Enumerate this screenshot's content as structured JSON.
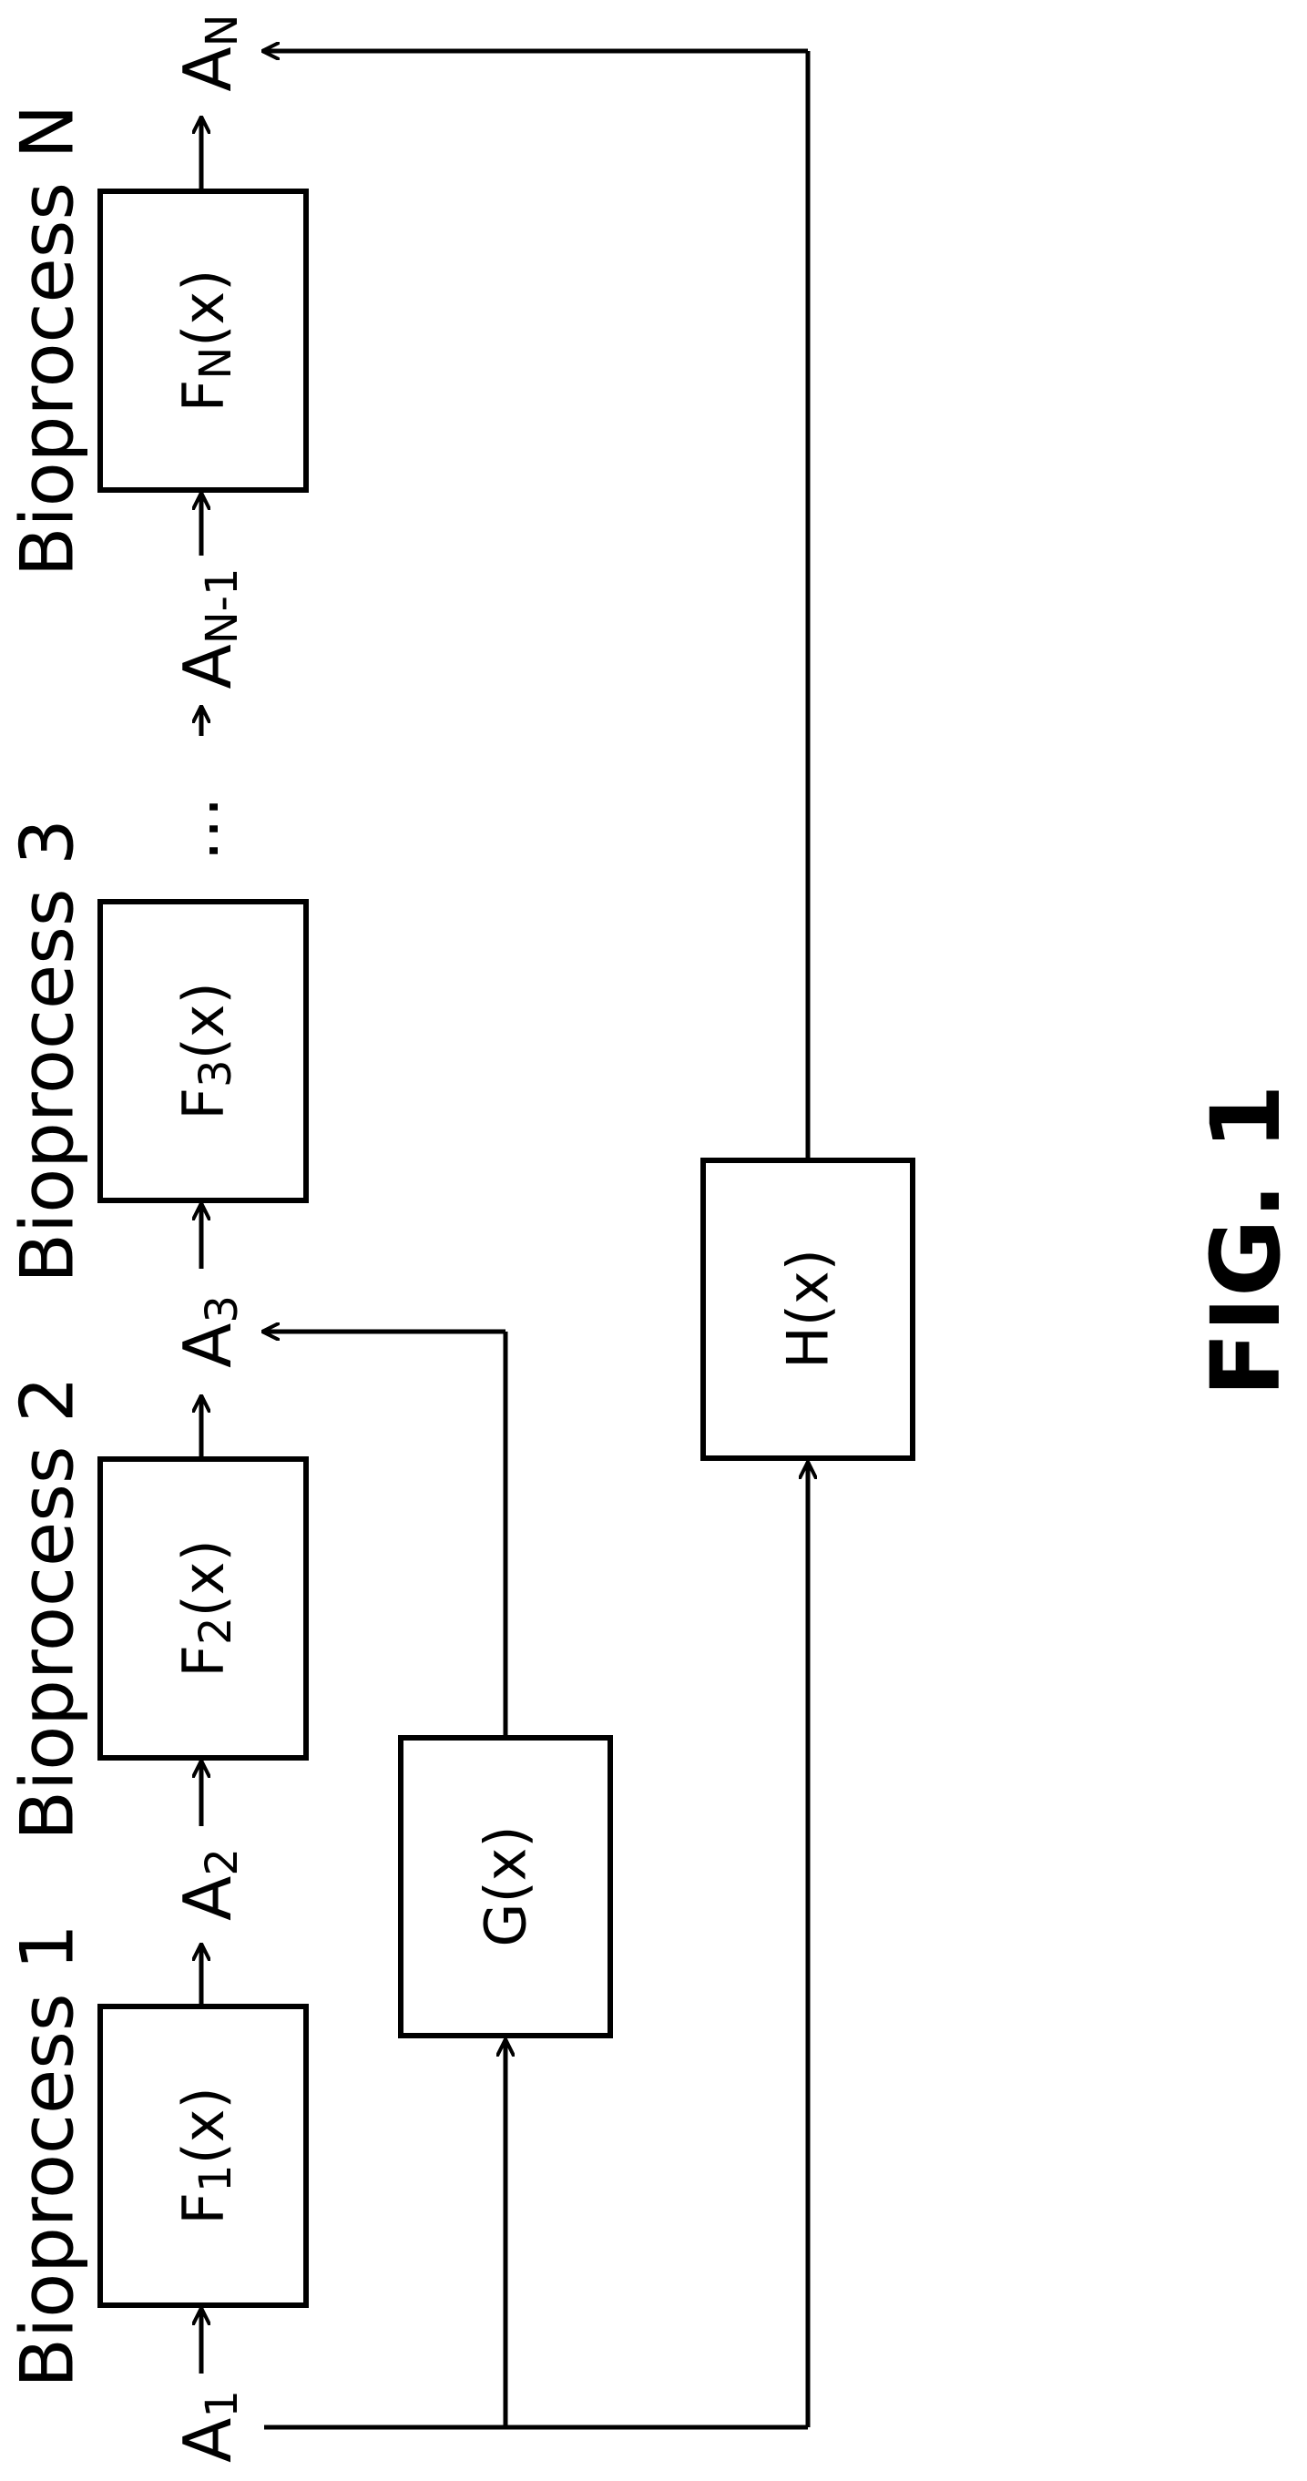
{
  "figure_label": "FIG. 1",
  "process_labels": [
    "Bioprocess 1",
    "Bioprocess 2",
    "Bioprocess 3",
    "Bioprocess N"
  ],
  "functions": {
    "f1": {
      "base": "F",
      "sub": "1",
      "arg": "(x)"
    },
    "f2": {
      "base": "F",
      "sub": "2",
      "arg": "(x)"
    },
    "f3": {
      "base": "F",
      "sub": "3",
      "arg": "(x)"
    },
    "fn": {
      "base": "F",
      "sub": "N",
      "arg": "(x)"
    },
    "g": "G(x)",
    "h": "H(x)"
  },
  "variables": {
    "a1": {
      "base": "A",
      "sub": "1"
    },
    "a2": {
      "base": "A",
      "sub": "2"
    },
    "a3": {
      "base": "A",
      "sub": "3"
    },
    "an1": {
      "base": "A",
      "sub": "N-1"
    },
    "an": {
      "base": "A",
      "sub": "N"
    }
  },
  "ellipsis": "…",
  "colors": {
    "stroke": "#000000",
    "background": "#ffffff"
  }
}
